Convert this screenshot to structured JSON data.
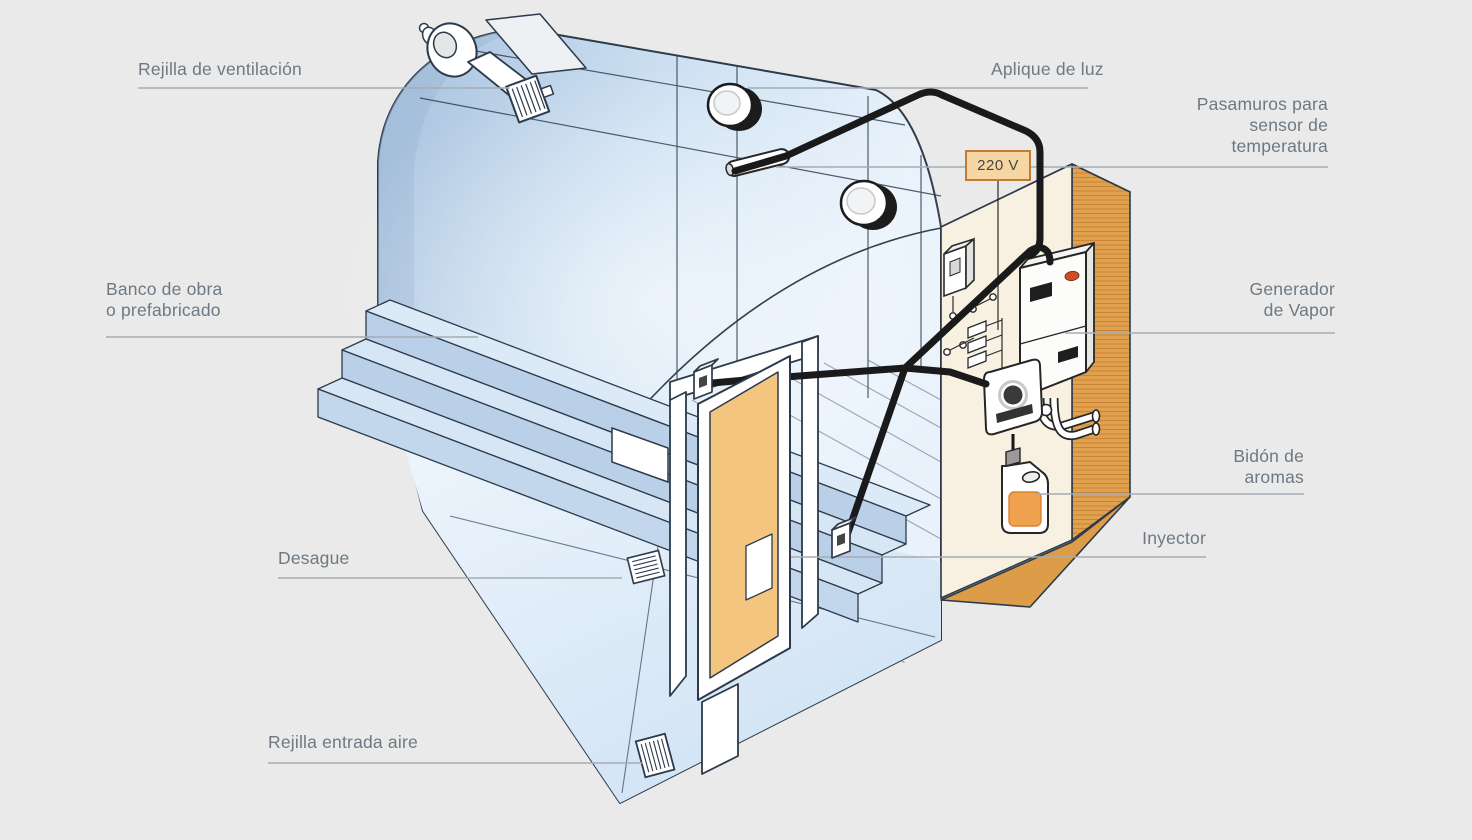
{
  "diagram": {
    "type": "isometric-cutaway-illustration",
    "subject": "Instalación de cabina de baño de vapor (steam bath installation)",
    "background_color": "#e9eae9"
  },
  "labels": {
    "rejilla_ventilacion": {
      "text": "Rejilla de ventilación"
    },
    "aplique_luz": {
      "text": "Aplique de luz"
    },
    "pasamuros": {
      "lines": [
        "Pasamuros para",
        "sensor de",
        "temperatura"
      ]
    },
    "banco": {
      "lines": [
        "Banco de obra",
        "o prefabricado"
      ]
    },
    "generador": {
      "lines": [
        "Generador",
        "de Vapor"
      ]
    },
    "bidon": {
      "lines": [
        "Bidón de",
        "aromas"
      ]
    },
    "inyector": {
      "text": "Inyector"
    },
    "desague": {
      "text": "Desague"
    },
    "rejilla_entrada_aire": {
      "text": "Rejilla entrada aire"
    },
    "voltage": {
      "text": "220 V"
    }
  },
  "colors": {
    "label_text": "#6e7983",
    "leader_line": "#a5acb4",
    "wall_blue_dark": "#a6c0dd",
    "wall_blue_light": "#e9f2fb",
    "orange_wall": "#e2a14e",
    "orange_hatch": "#c9853a",
    "orange_top": "#eec07c",
    "orange_floor": "#dd9c48",
    "cream_wall": "#f8f1e1",
    "door_panel": "#f4c57f",
    "cable_black": "#1a1a1a",
    "voltage_box_fill": "#f6d7a3",
    "voltage_box_border": "#bf7c33",
    "liquid_orange": "#f0a14d"
  }
}
